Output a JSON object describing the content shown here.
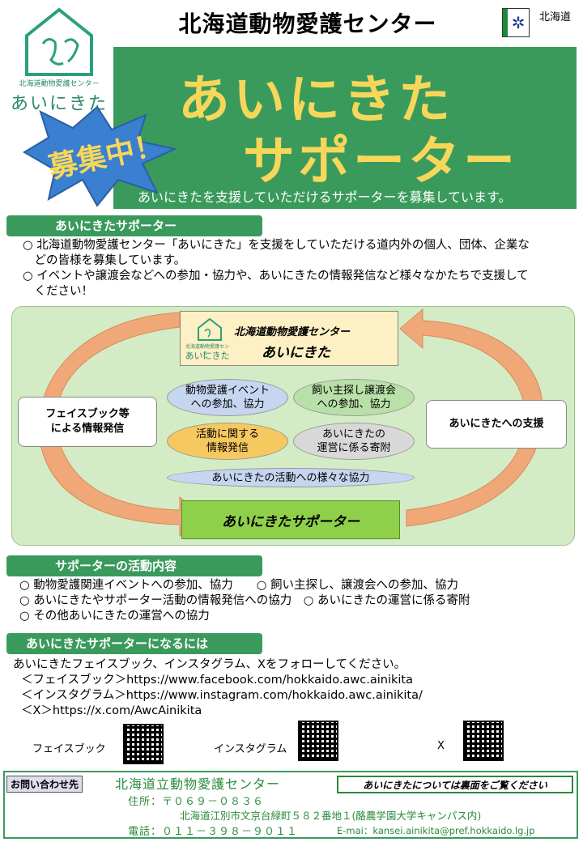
{
  "header": {
    "logo_small": "北海道動物愛護センター",
    "logo_big": "あいにきた",
    "org_title": "北海道動物愛護センター",
    "pref_name": "北海道"
  },
  "banner": {
    "title_line1": "あいにきた",
    "title_line2": "サポーター",
    "burst_text": "募集中！",
    "subtitle": "あいにきたを支援していただけるサポーターを募集しています。"
  },
  "section1": {
    "heading": "あいにきたサポーター",
    "lines": [
      "○ 北海道動物愛護センター「あいにきた」を支援をしていただける道内外の個人、団体、企業な",
      "　どの皆様を募集しています。",
      "○ イベントや譲渡会などへの参加・協力や、あいにきたの情報発信など様々なかたちで支援して",
      "　ください！"
    ]
  },
  "diagram": {
    "top_line1": "北海道動物愛護センター",
    "top_line2": "あいにきた",
    "top_logo_small": "北海道動物愛護センター",
    "top_logo_big": "あいにきた",
    "left_box": "フェイスブック等\nによる情報発信",
    "right_box": "あいにきたへの支援",
    "oval1": "動物愛護イベント\nへの参加、協力",
    "oval2": "飼い主探し譲渡会\nへの参加、協力",
    "oval3": "活動に関する\n情報発信",
    "oval4": "あいにきたの\n運営に係る寄附",
    "oval5": "あいにきたの活動への様々な協力",
    "bottom_box": "あいにきたサポーター",
    "colors": {
      "panel": "#d4ecc5",
      "arrow": "#f0a878",
      "oval_blue": "#c6d6f0",
      "oval_green": "#b8e0a8",
      "oval_orange": "#f6c860",
      "oval_gray": "#d8d8d8"
    }
  },
  "section2": {
    "heading": "サポーターの活動内容",
    "lines": [
      "○ 動物愛護関連イベントへの参加、協力　　○ 飼い主探し、譲渡会への参加、協力",
      "○ あいにきたやサポーター活動の情報発信への協力　○ あいにきたの運営に係る寄附",
      "○ その他あいにきたの運営への協力"
    ]
  },
  "section3": {
    "heading": "あいにきたサポーターになるには",
    "intro": "あいにきたフェイスブック、インスタグラム、Xをフォローしてください。",
    "links": [
      "＜フェイスブック＞https://www.facebook.com/hokkaido.awc.ainikita",
      "＜インスタグラム＞https://www.instagram.com/hokkaido.awc.ainikita/",
      "＜X＞https://x.com/AwcAinikita"
    ],
    "qr_labels": [
      "フェイスブック",
      "インスタグラム",
      "X"
    ]
  },
  "footer": {
    "contact_tag": "お問い合わせ先",
    "org": "北海道立動物愛護センター",
    "note": "あいにきたについては裏面をご覧ください",
    "address1": "住所：〒０６９－０８３６",
    "address2": "北海道江別市文京台緑町５８２番地１(酪農学園大学キャンパス内)",
    "phone": "電話：０１１－３９８－９０１１",
    "email": "E-mai：kansei.ainikita@pref.hokkaido.lg.jp"
  }
}
